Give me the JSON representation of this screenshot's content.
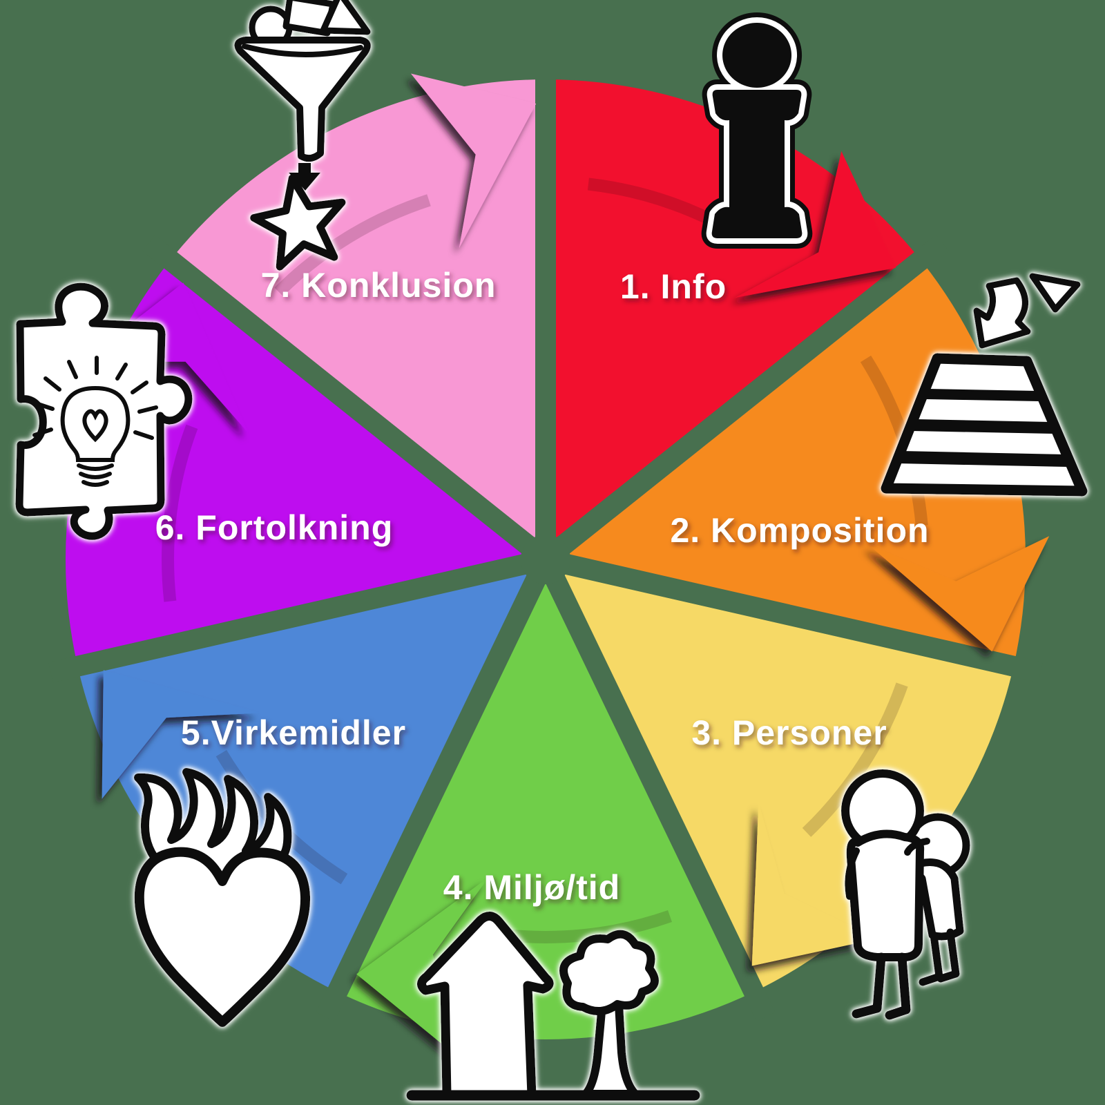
{
  "diagram_type": "cycle-wheel-7-segments",
  "background_color": "#48704F",
  "text_color": "#FFFFFF",
  "segments": [
    {
      "label": "1. Info",
      "color": "#F2102E",
      "icon": "info-icon"
    },
    {
      "label": "2. Komposition",
      "color": "#F68A1E",
      "icon": "composition-pyramid-icon"
    },
    {
      "label": "3. Personer",
      "color": "#F6D966",
      "icon": "people-icon"
    },
    {
      "label": "4. Miljø/tid",
      "color": "#70CE49",
      "icon": "house-tree-icon"
    },
    {
      "label": "5.Virkemidler",
      "color": "#4E87D7",
      "icon": "flaming-heart-icon"
    },
    {
      "label": "6. Fortolkning",
      "color": "#BE0DEF",
      "icon": "puzzle-lightbulb-icon"
    },
    {
      "label": "7. Konklusion",
      "color": "#F898D4",
      "icon": "funnel-star-icon"
    }
  ]
}
